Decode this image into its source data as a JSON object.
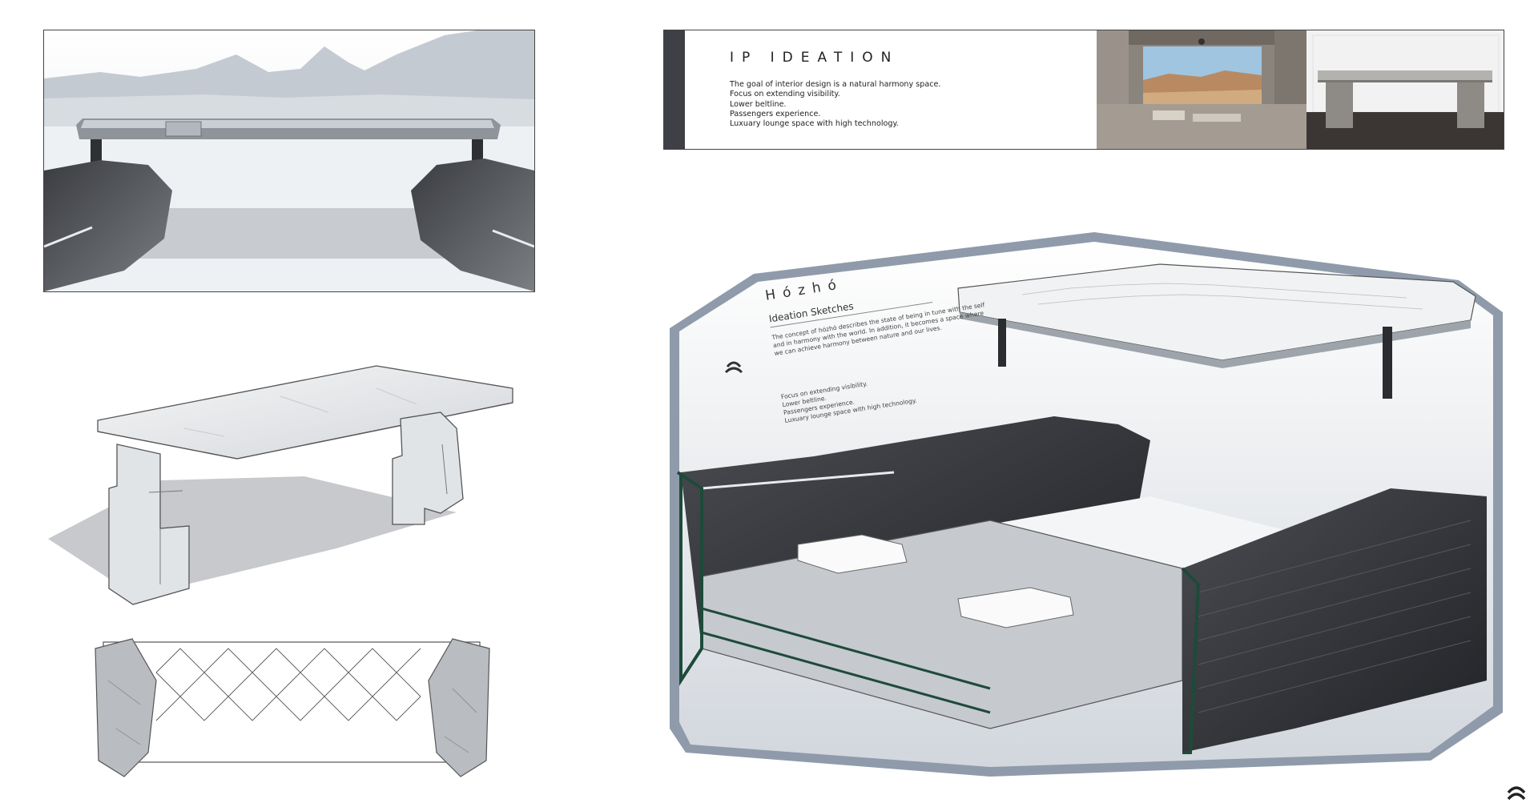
{
  "ip_panel": {
    "title": "IP    IDEATION",
    "lines": [
      "The goal of interior design is a natural harmony space.",
      "Focus on extending visibility.",
      "Lower beltline.",
      "Passengers experience.",
      "Luxuary lounge space with high technology."
    ]
  },
  "concept": {
    "title": "Hózhó",
    "subtitle": "Ideation Sketches",
    "paragraph": [
      "The concept of hózhó describes the state of being in tune with the self",
      "and in harmony with the world. In addition, it becomes a space where",
      "we can achieve harmony between nature and our lives."
    ],
    "points": [
      "Focus on extending visibility.",
      "Lower beltline.",
      "Passengers experience.",
      "Luxuary lounge space with high technology."
    ]
  },
  "colors": {
    "frame_blue": "#8a97a8",
    "dark_seat": "#2b2d31",
    "accent_green": "#1e4a3a",
    "sky": "#e9eef3",
    "mountain": "#bcc3cc"
  },
  "icons": [
    "logo-icon",
    "small-logo-icon"
  ]
}
